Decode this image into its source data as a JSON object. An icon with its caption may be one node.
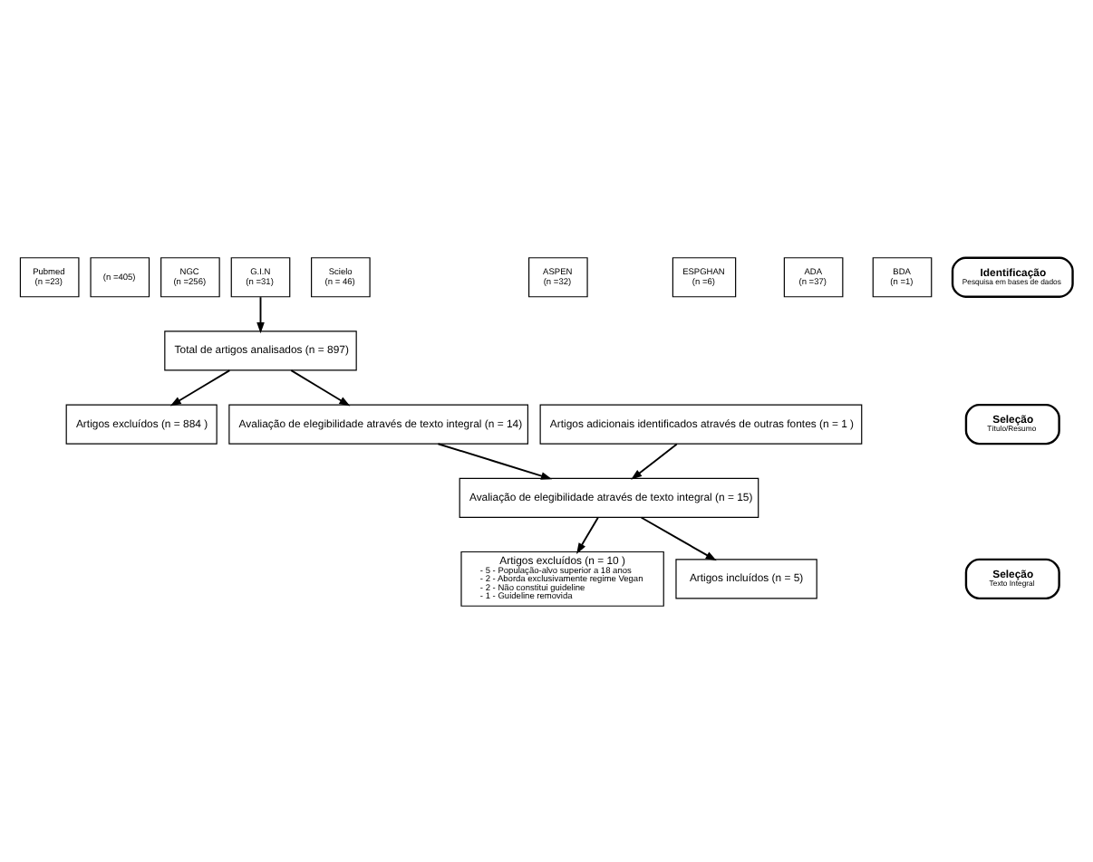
{
  "diagram": {
    "nodes": [
      {
        "text": [
          "Pubmed",
          "(n =23)"
        ]
      },
      {
        "text": [
          "(n =405)"
        ]
      },
      {
        "text": [
          "NGC",
          "(n =256)"
        ]
      },
      {
        "text": [
          "G.I.N",
          "(n =31)"
        ]
      },
      {
        "text": [
          "Scielo",
          "(n = 46)"
        ]
      },
      {
        "text": [
          "ASPEN",
          "(n =32)"
        ]
      },
      {
        "text": [
          "ESPGHAN",
          "(n =6)"
        ]
      },
      {
        "text": [
          "ADA",
          "(n =37)"
        ]
      },
      {
        "text": [
          "BDA",
          "(n =1)"
        ]
      },
      {
        "text": [
          "Total de artigos analisados (n = 897)"
        ]
      },
      {
        "text": [
          "Artigos excluídos (n = 884 )"
        ]
      },
      {
        "text": [
          "Avaliação de elegibilidade através de texto integral (n = 14)"
        ]
      },
      {
        "text": [
          "Artigos adicionais identificados através de outras fontes (n = 1 )"
        ]
      },
      {
        "text": [
          "Avaliação de elegibilidade através de texto integral (n = 15)"
        ]
      },
      {
        "text": [
          "Artigos excluídos (n = 10 )",
          "- 5 - População-alvo superior a 18 anos",
          "- 2 - Aborda exclusivamente regime Vegan",
          "- 2 - Não constitui guideline",
          "- 1 - Guideline removida"
        ]
      },
      {
        "text": [
          "Artigos incluídos (n = 5)"
        ]
      },
      {
        "text": [
          "Identificação",
          "Pesquisa em bases de dados"
        ]
      },
      {
        "text": [
          "Seleção",
          "Título/Resumo"
        ]
      },
      {
        "text": [
          "Seleção",
          "Texto Integral"
        ]
      }
    ],
    "edges": [
      {
        "from": 3,
        "to": 9,
        "arrow": "to"
      },
      {
        "from": 9,
        "to": 11,
        "arrow": "to"
      },
      {
        "from": 9,
        "to": 10,
        "arrow": "to"
      },
      {
        "from": 11,
        "to": 13,
        "arrow": "to"
      },
      {
        "from": 12,
        "to": 13,
        "arrow": "to"
      },
      {
        "from": 13,
        "to": 15,
        "arrow": "to"
      },
      {
        "from": 13,
        "to": 14,
        "arrow": "to"
      }
    ]
  }
}
